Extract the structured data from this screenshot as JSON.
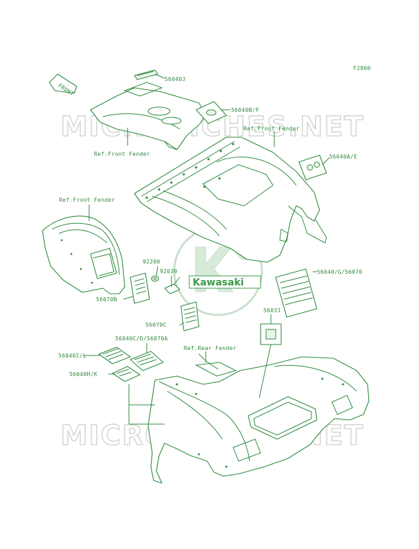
{
  "figure_code": "F2860",
  "front_arrow_label": "FRONT",
  "watermark_text": "MICROFICHES.NET",
  "logo_text": "Kawasaki",
  "colors": {
    "line": "#2e8a3c",
    "watermark": "#d4d8d4",
    "logo": "#3a9a48"
  },
  "labels": {
    "p56040J": "56040J",
    "p56040BF": "56040B/F",
    "ref_front_fender_top": "Ref.Front Fender",
    "ref_front_fender_right": "Ref.Front Fender",
    "p56040AE": "56040A/E",
    "ref_front_fender_left": "Ref.Front Fender",
    "p92200": "92200",
    "p92039": "92039",
    "p56040G56070": "56040/G/56070",
    "p56070B": "56070B",
    "p56070C": "56070C",
    "p56031": "56031",
    "p56040CD56070A": "56040C/D/56070A",
    "p56040IL": "56040I/L",
    "ref_rear_fender": "Ref.Rear Fender",
    "p56040HK": "56040H/K"
  }
}
